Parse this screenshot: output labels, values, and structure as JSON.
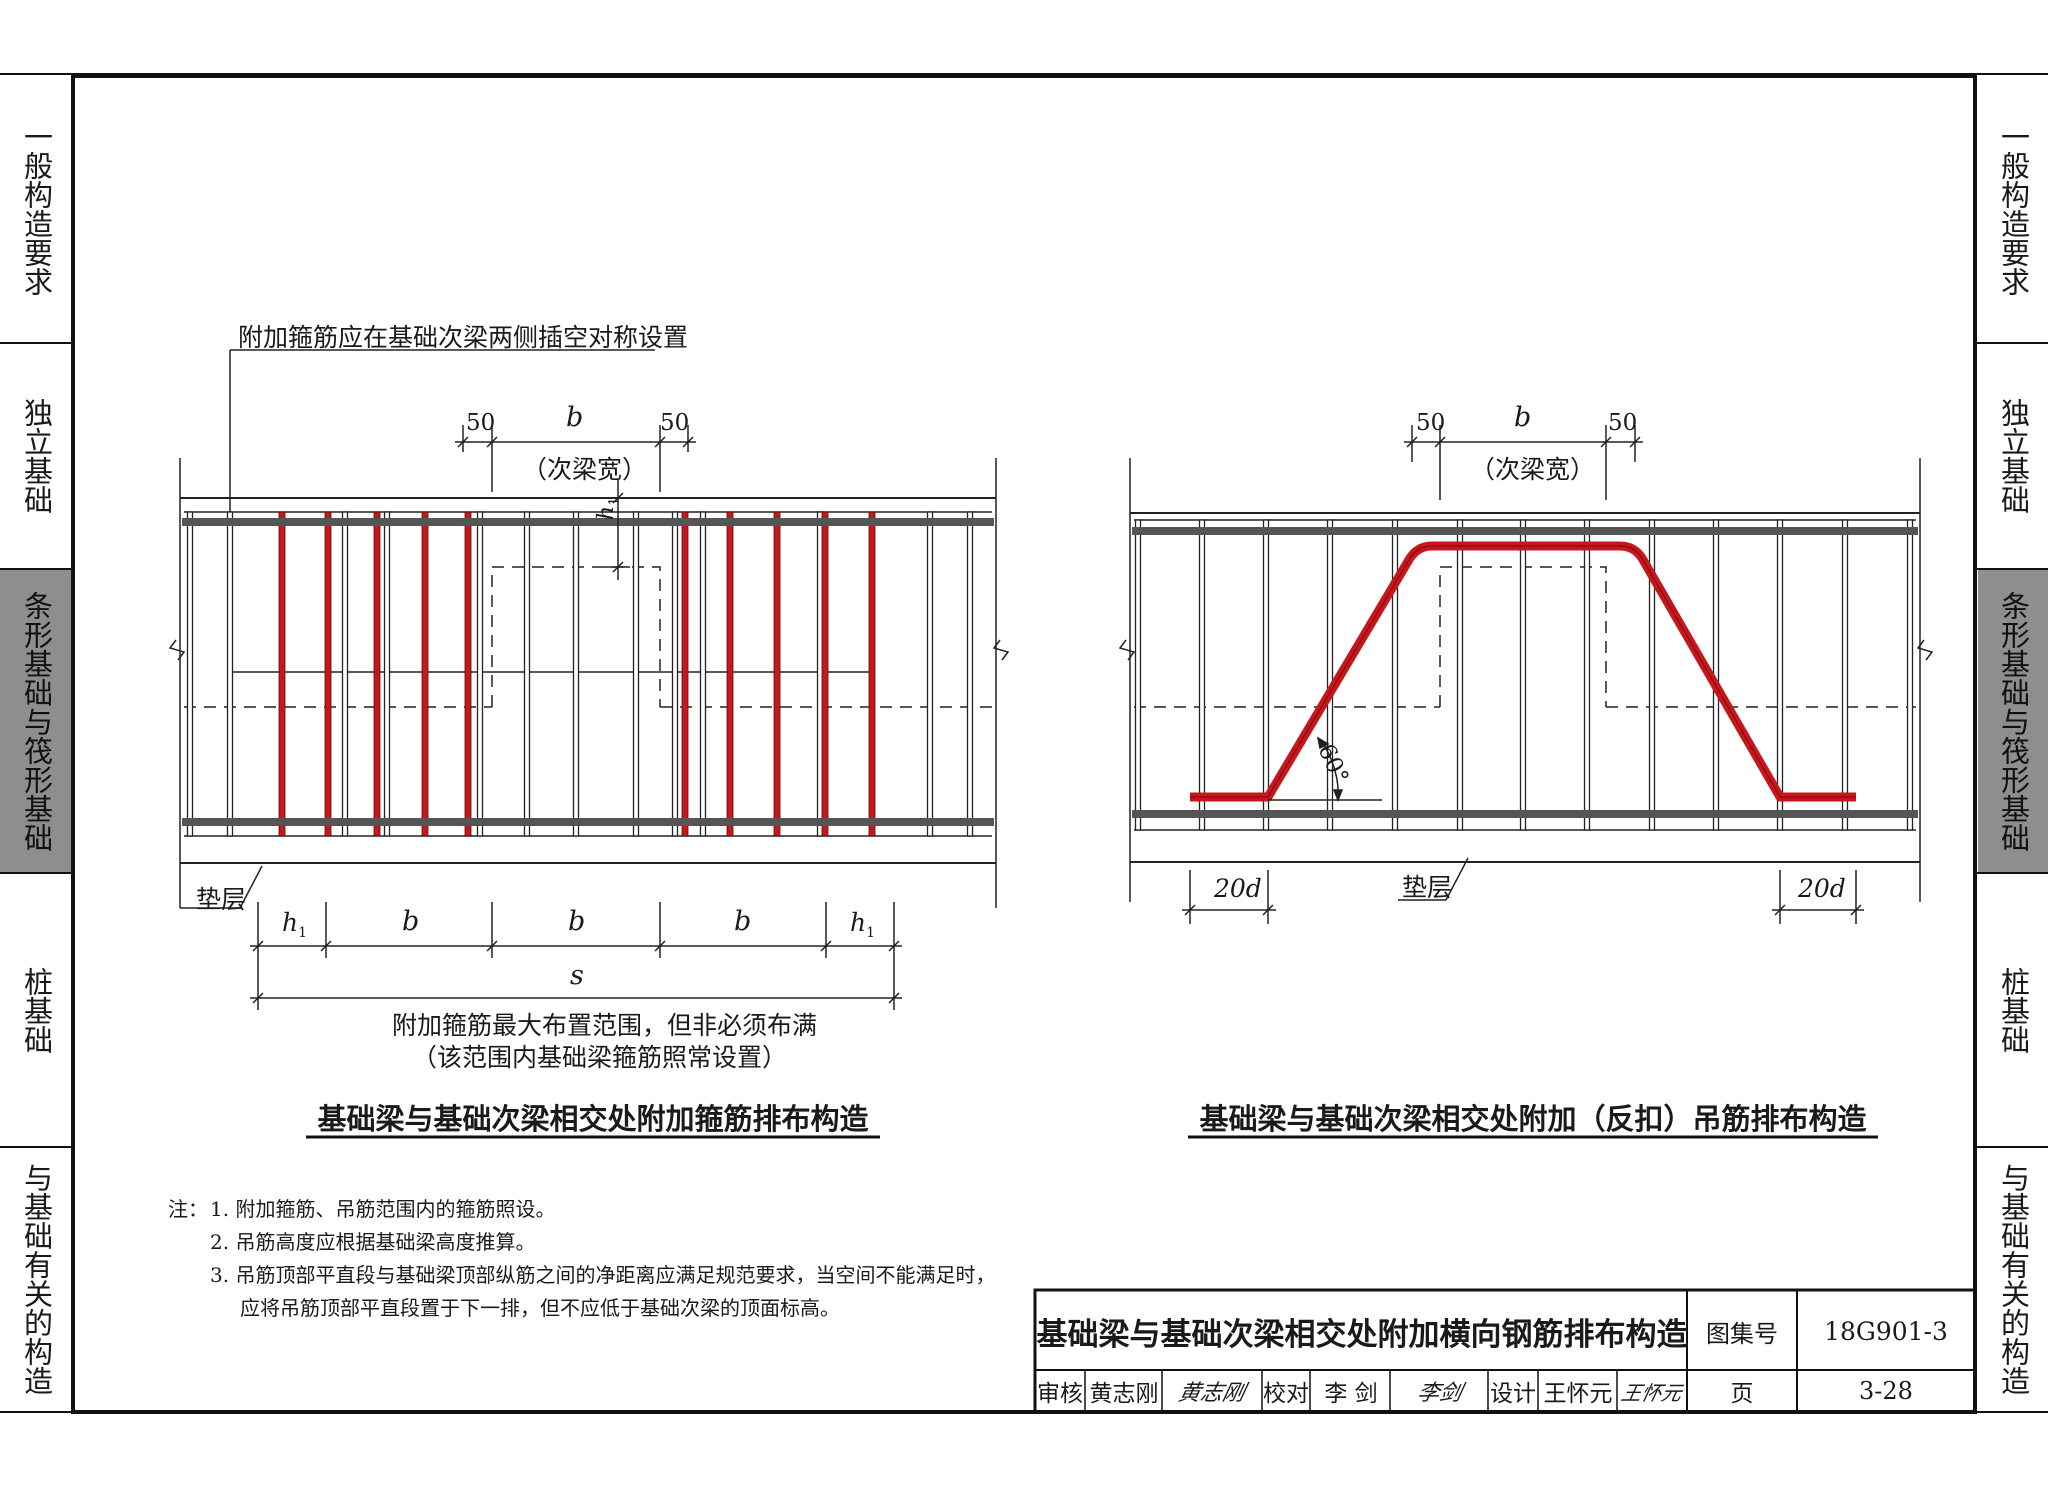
{
  "side_tabs": {
    "left": [
      "一般构造要求",
      "独立基础",
      "条形基础与筏形基础",
      "桩基础",
      "与基础有关的构造"
    ],
    "right": [
      "一般构造要求",
      "独立基础",
      "条形基础与筏形基础",
      "桩基础",
      "与基础有关的构造"
    ],
    "active_index": 2
  },
  "left_figure": {
    "callout": "附加箍筋应在基础次梁两侧插空对称设置",
    "dim_50_left": "50",
    "dim_b": "b",
    "dim_50_right": "50",
    "subbeam_width": "（次梁宽）",
    "h1": "h",
    "h1_sub": "1",
    "cushion": "垫层",
    "bottom_dims": [
      "h",
      "b",
      "b",
      "b",
      "h"
    ],
    "bottom_dim_subs": [
      "1",
      "",
      "",
      "",
      "1"
    ],
    "dim_s": "s",
    "range_note_1": "附加箍筋最大布置范围，但非必须布满",
    "range_note_2": "（该范围内基础梁箍筋照常设置）",
    "title": "基础梁与基础次梁相交处附加箍筋排布构造"
  },
  "right_figure": {
    "dim_50_left": "50",
    "dim_b": "b",
    "dim_50_right": "50",
    "subbeam_width": "（次梁宽）",
    "angle": "60°",
    "cushion": "垫层",
    "anchor_left": "20d",
    "anchor_right": "20d",
    "title": "基础梁与基础次梁相交处附加（反扣）吊筋排布构造"
  },
  "notes": {
    "prefix": "注：",
    "items": [
      "1. 附加箍筋、吊筋范围内的箍筋照设。",
      "2. 吊筋高度应根据基础梁高度推算。",
      "3. 吊筋顶部平直段与基础梁顶部纵筋之间的净距离应满足规范要求，当空间不能满足时，",
      "应将吊筋顶部平直段置于下一排，但不应低于基础次梁的顶面标高。"
    ]
  },
  "title_block": {
    "main_title": "基础梁与基础次梁相交处附加横向钢筋排布构造",
    "atlas_label": "图集号",
    "atlas_no": "18G901-3",
    "review_label": "审核",
    "reviewer": "黄志刚",
    "reviewer_sign": "黄志刚",
    "check_label": "校对",
    "checker": "李  剑",
    "checker_sign": "李剑",
    "design_label": "设计",
    "designer": "王怀元",
    "designer_sign": "王怀元",
    "page_label": "页",
    "page_no": "3-28"
  },
  "colors": {
    "rebar_red": "#c8161d",
    "rebar_gray": "#555555",
    "active_tab": "#8e8e8e"
  }
}
